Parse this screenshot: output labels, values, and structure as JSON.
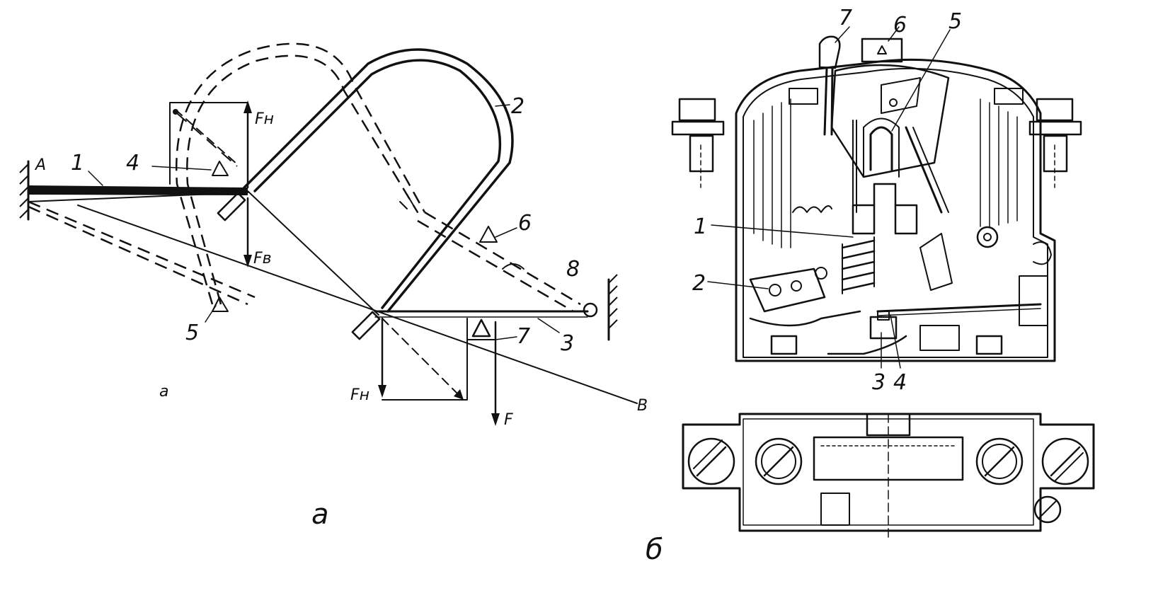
{
  "figure_a": {
    "caption": "a",
    "handwritten_mark": "a",
    "point_labels": {
      "A": "A",
      "B": "B"
    },
    "part_labels": {
      "p1": "1",
      "p2": "2",
      "p3": "3",
      "p4": "4",
      "p5": "5",
      "p6": "6",
      "p7": "7",
      "p8": "8"
    },
    "force_labels": {
      "fn_top": "Fн",
      "fv": "Fв",
      "fn_bottom": "Fн",
      "fr": "F"
    }
  },
  "figure_b": {
    "caption": "б",
    "part_labels": {
      "p1": "1",
      "p2": "2",
      "p3": "3",
      "p4": "4",
      "p5": "5",
      "p6": "6",
      "p7": "7"
    }
  }
}
